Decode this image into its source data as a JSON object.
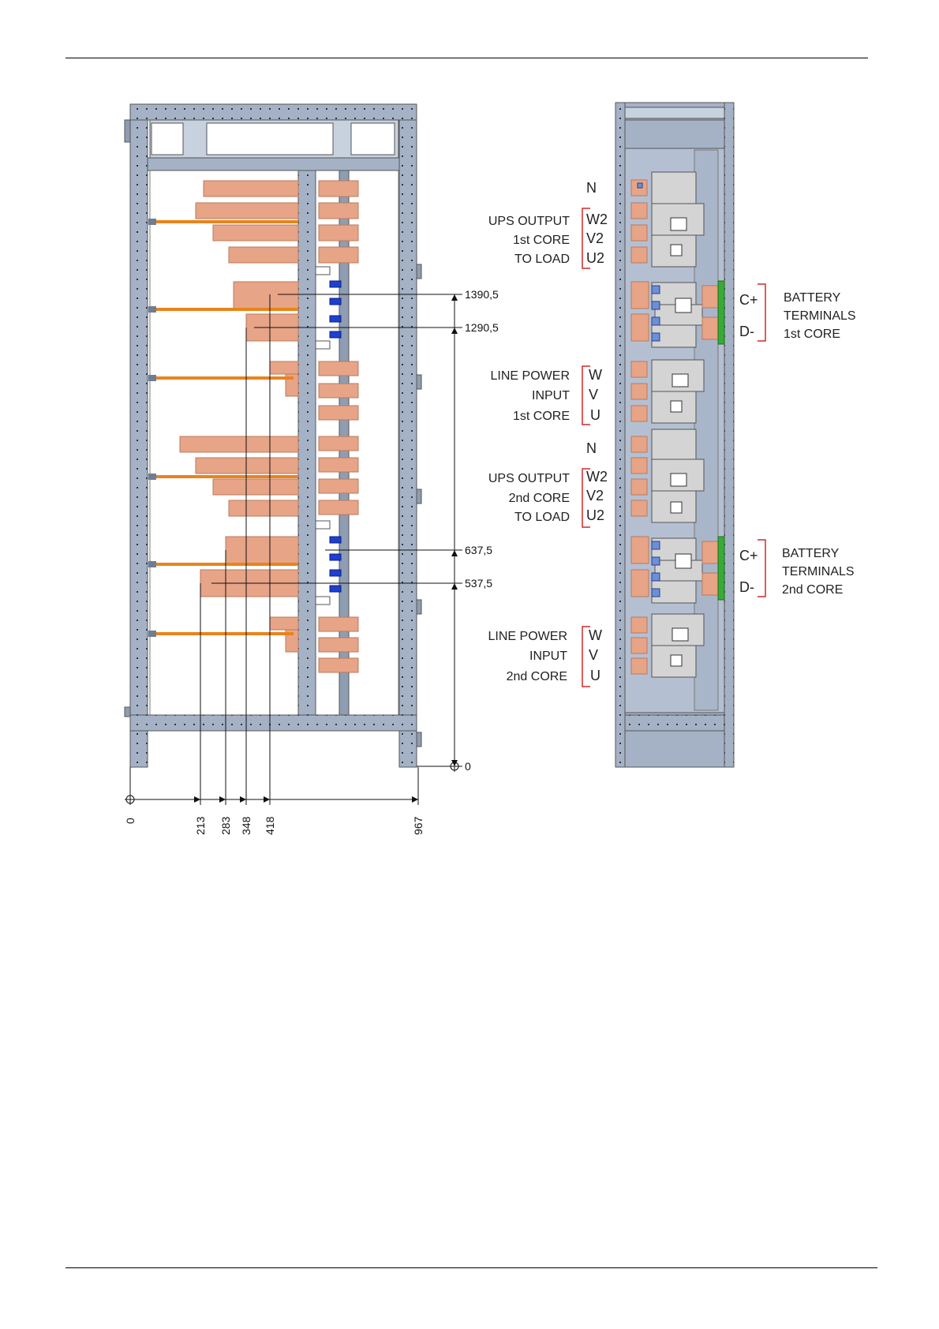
{
  "colors": {
    "frame": "#a5b2c6",
    "frame_dark": "#6f7d93",
    "copper": "#e7a487",
    "copper_dark": "#b87a5e",
    "cable": "#e8841a",
    "blue": "#1f3fd1",
    "green": "#3aaa35",
    "bracket": "#d02828",
    "device": "#d4d4d4"
  },
  "dimensions": {
    "vertical": [
      "1390,5",
      "1290,5",
      "637,5",
      "537,5",
      "0"
    ],
    "horizontal": [
      "0",
      "213",
      "283",
      "348",
      "418",
      "967"
    ]
  },
  "groups": [
    {
      "label_lines": [
        "UPS OUTPUT",
        "1st CORE",
        "TO LOAD"
      ],
      "phases": [
        "N",
        "W2",
        "V2",
        "U2"
      ]
    },
    {
      "label_lines": [
        "LINE POWER",
        "INPUT",
        "1st CORE"
      ],
      "phases": [
        "W",
        "V",
        "U"
      ]
    },
    {
      "label_lines": [
        "UPS OUTPUT",
        "2nd CORE",
        "TO LOAD"
      ],
      "phases": [
        "N",
        "W2",
        "V2",
        "U2"
      ]
    },
    {
      "label_lines": [
        "LINE POWER",
        "INPUT",
        "2nd CORE"
      ],
      "phases": [
        "W",
        "V",
        "U"
      ]
    }
  ],
  "battery": [
    {
      "terminals": [
        "C+",
        "D-"
      ],
      "label_lines": [
        "BATTERY",
        "TERMINALS",
        "1st CORE"
      ]
    },
    {
      "terminals": [
        "C+",
        "D-"
      ],
      "label_lines": [
        "BATTERY",
        "TERMINALS",
        "2nd CORE"
      ]
    }
  ]
}
